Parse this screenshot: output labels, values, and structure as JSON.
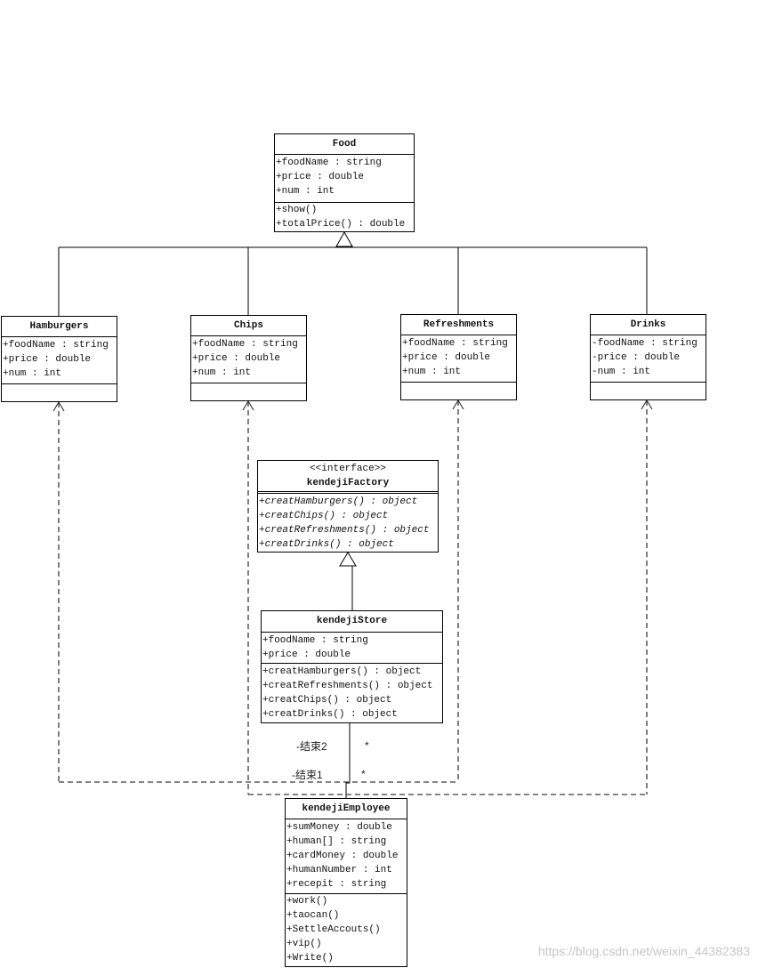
{
  "diagram": {
    "classes": {
      "food": {
        "name": "Food",
        "attributes": [
          "+foodName : string",
          "+price : double",
          "+num : int"
        ],
        "methods": [
          "+show()",
          "+totalPrice() : double"
        ]
      },
      "hamburgers": {
        "name": "Hamburgers",
        "attributes": [
          "+foodName : string",
          "+price : double",
          "+num : int"
        ]
      },
      "chips": {
        "name": "Chips",
        "attributes": [
          "+foodName : string",
          "+price : double",
          "+num : int"
        ]
      },
      "refreshments": {
        "name": "Refreshments",
        "attributes": [
          "+foodName : string",
          "+price : double",
          "+num : int"
        ]
      },
      "drinks": {
        "name": "Drinks",
        "attributes": [
          "-foodName : string",
          "-price : double",
          "-num : int"
        ]
      },
      "kendeji_factory": {
        "stereotype": "<<interface>>",
        "name": "kendejiFactory",
        "methods": [
          "+creatHamburgers() : object",
          "+creatChips() : object",
          "+creatRefreshments() : object",
          "+creatDrinks() : object"
        ]
      },
      "kendeji_store": {
        "name": "kendejiStore",
        "attributes": [
          "+foodName : string",
          "+price : double"
        ],
        "methods": [
          "+creatHamburgers() : object",
          "+creatRefreshments() : object",
          "+creatChips() : object",
          "+creatDrinks() : object"
        ]
      },
      "kendeji_employee": {
        "name": "kendejiEmployee",
        "attributes": [
          "+sumMoney : double",
          "+human[] : string",
          "+cardMoney : double",
          "+humanNumber : int",
          "+recepit : string"
        ],
        "methods": [
          "+work()",
          "+taocan()",
          "+SettleAccouts()",
          "+vip()",
          "+Write()"
        ]
      }
    },
    "association": {
      "end2_role": "-结束2",
      "end2_multiplicity": "*",
      "end1_role": "-结束1",
      "end1_multiplicity": "*"
    }
  },
  "watermark": "https://blog.csdn.net/weixin_44382383"
}
